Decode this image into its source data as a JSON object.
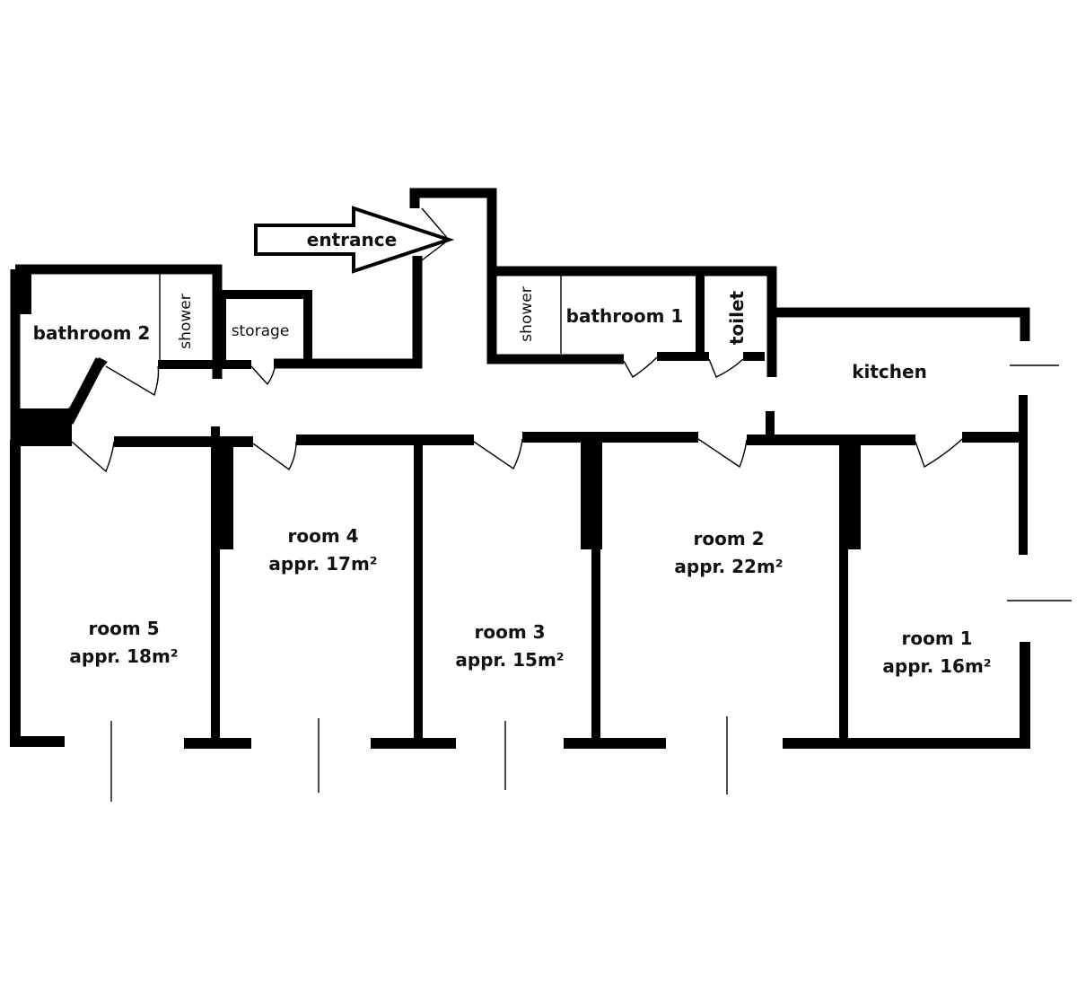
{
  "labels": {
    "entrance": "entrance",
    "bathroom2": "bathroom 2",
    "shower_left": "shower",
    "storage": "storage",
    "shower_right": "shower",
    "bathroom1": "bathroom 1",
    "toilet": "toilet",
    "kitchen": "kitchen"
  },
  "rooms": [
    {
      "name": "room 1",
      "area": "appr. 16m²"
    },
    {
      "name": "room 2",
      "area": "appr. 22m²"
    },
    {
      "name": "room 3",
      "area": "appr. 15m²"
    },
    {
      "name": "room 4",
      "area": "appr. 17m²"
    },
    {
      "name": "room 5",
      "area": "appr. 18m²"
    }
  ],
  "colors": {
    "wall": "#000000",
    "background": "#ffffff"
  }
}
